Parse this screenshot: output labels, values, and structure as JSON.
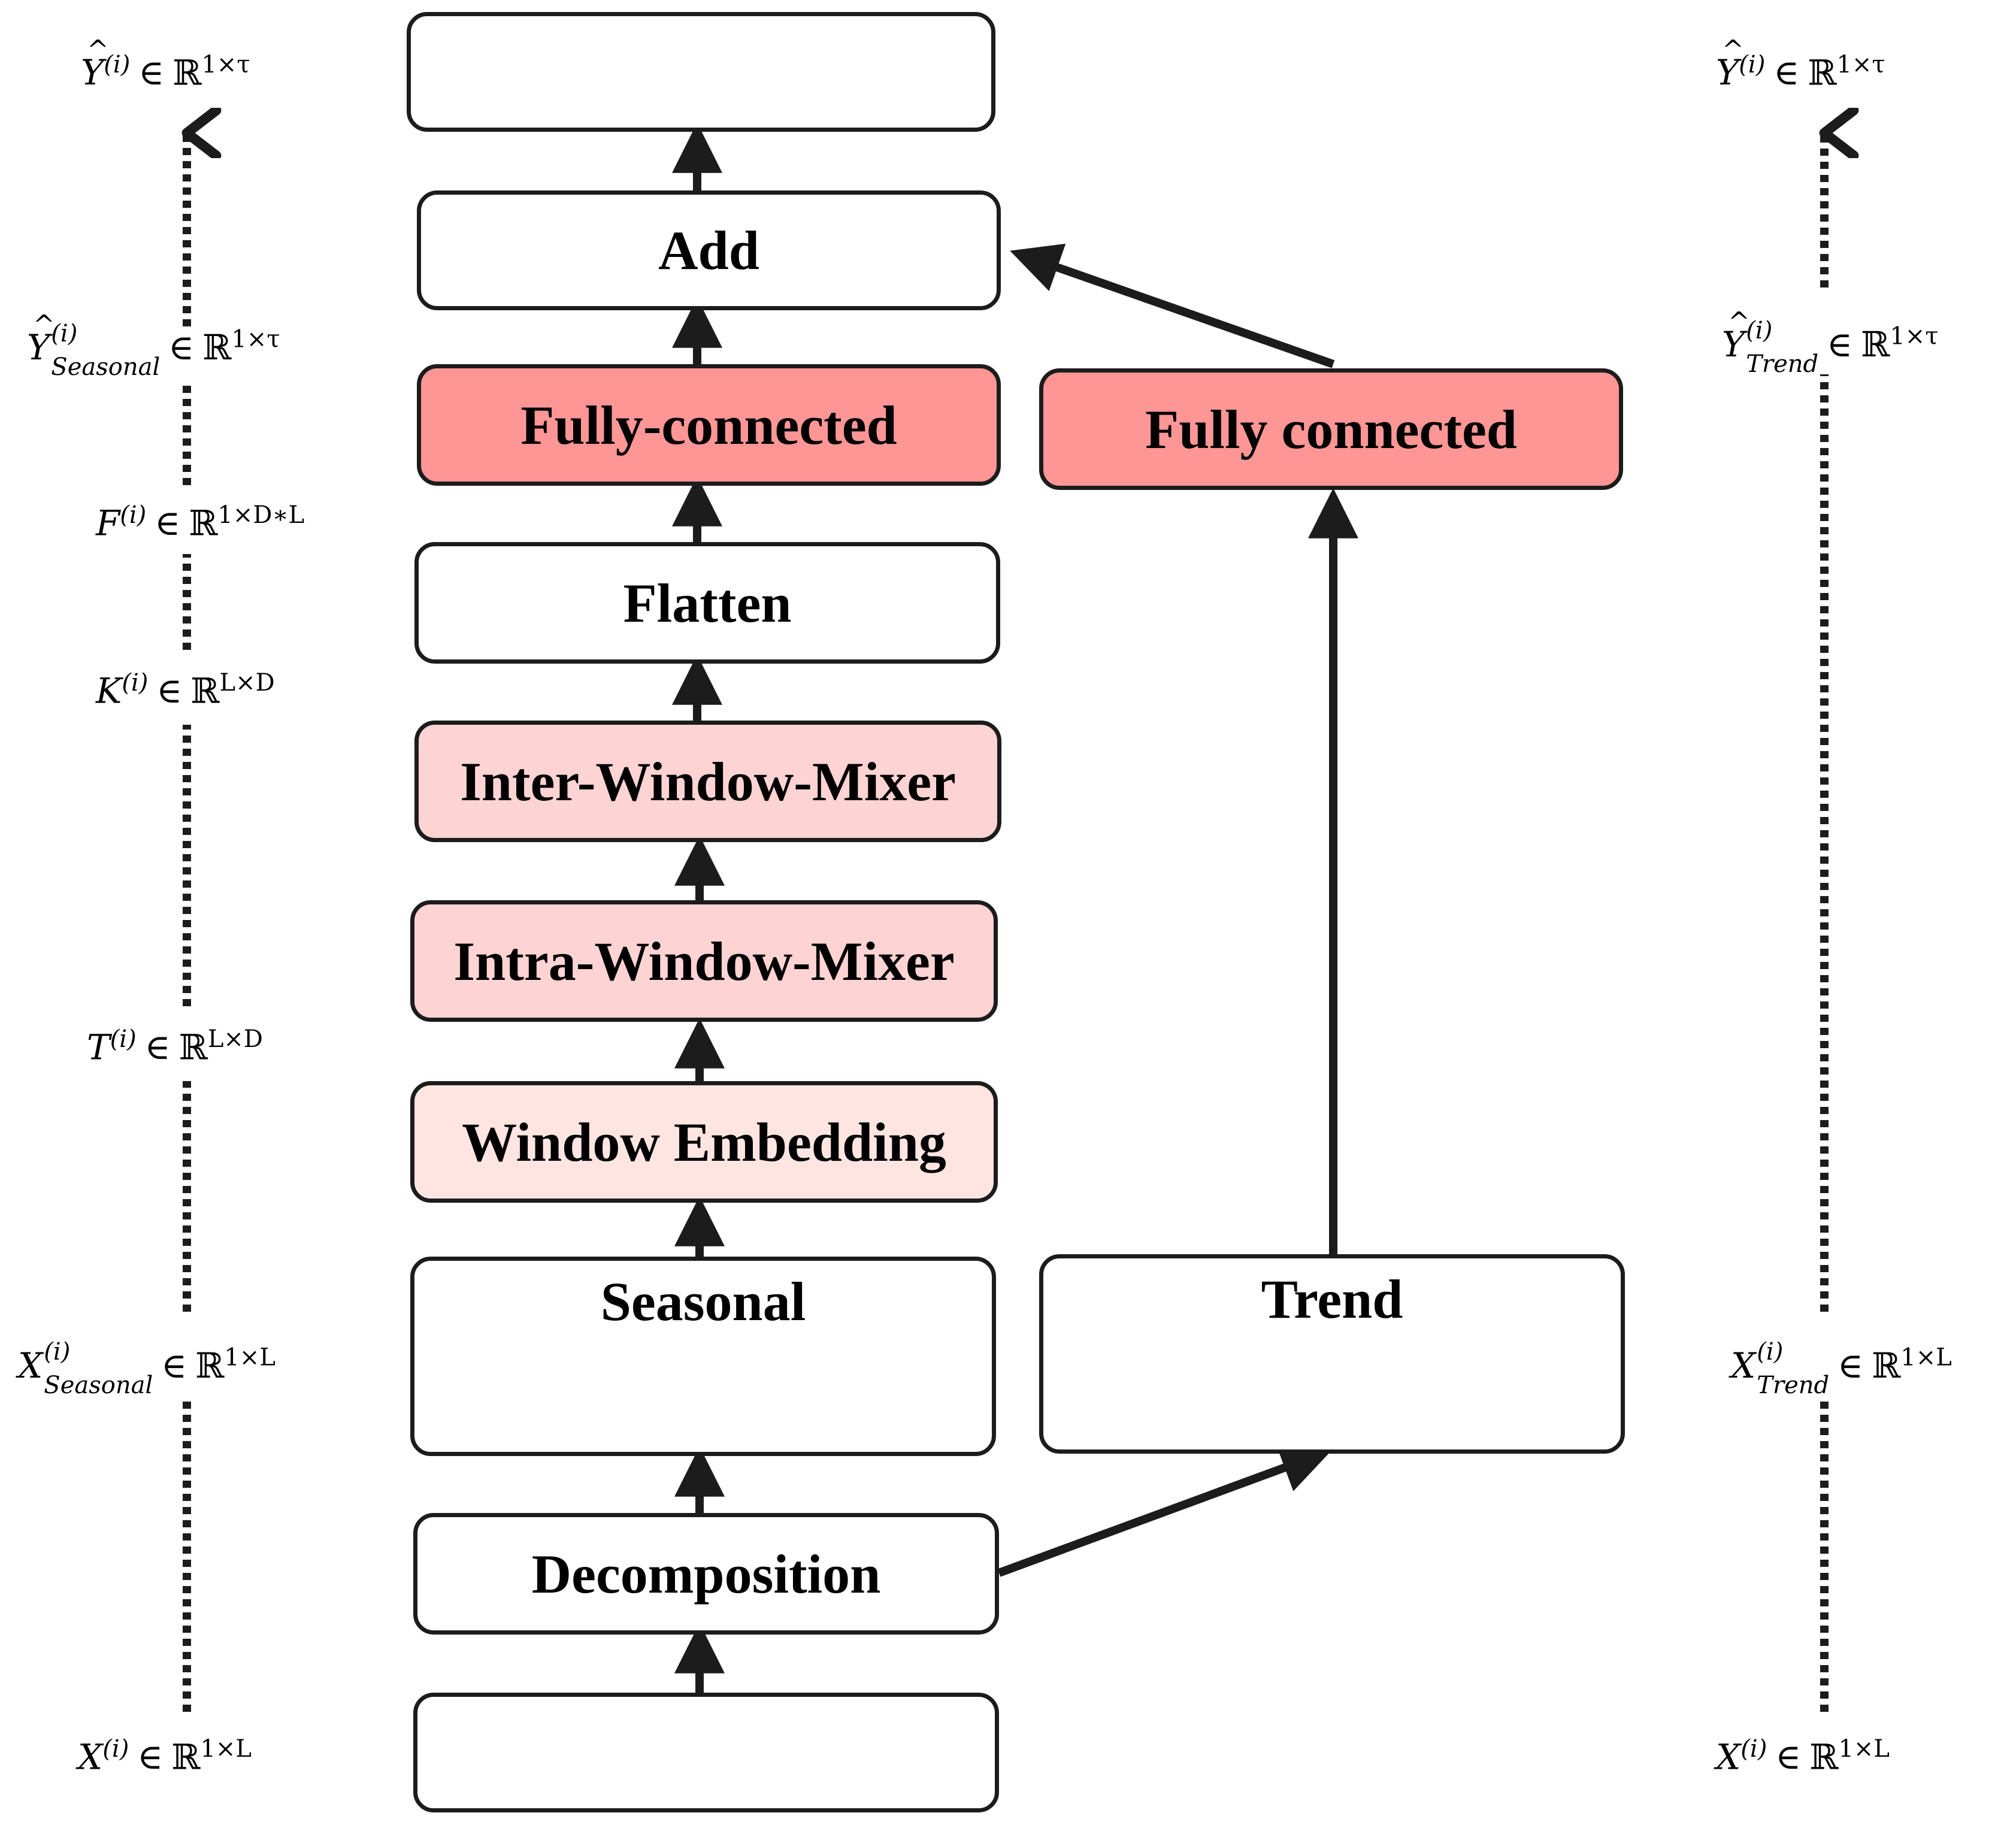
{
  "colors": {
    "stroke": "#1c1c1c",
    "series_line": "#2a2a2a",
    "decomp_line": "#c55a11",
    "fc_fill": "#fe9696",
    "mixer_fill": "#fdd3d3",
    "embed_fill": "#fee5e2",
    "plain_fill": "#ffffff"
  },
  "nodes": {
    "output_series": {
      "label": ""
    },
    "add": {
      "label": "Add"
    },
    "fc_seasonal": {
      "label": "Fully-connected"
    },
    "fc_trend": {
      "label": "Fully connected"
    },
    "flatten": {
      "label": "Flatten"
    },
    "inter_window_mixer": {
      "label": "Inter-Window-Mixer"
    },
    "intra_window_mixer": {
      "label": "Intra-Window-Mixer"
    },
    "window_embedding": {
      "label": "Window Embedding"
    },
    "seasonal": {
      "label": "Seasonal"
    },
    "trend": {
      "label": "Trend"
    },
    "decomposition": {
      "label": "Decomposition"
    },
    "input_series": {
      "label": ""
    }
  },
  "left_annotations": {
    "y_hat": {
      "var": "Y",
      "sup": "(i)",
      "rel": "∈",
      "dom": "ℝ",
      "dims": "1×τ"
    },
    "y_hat_seasonal": {
      "var": "Y",
      "sup": "(i)",
      "sub": "Seasonal",
      "rel": "∈",
      "dom": "ℝ",
      "dims": "1×τ"
    },
    "f": {
      "var": "F",
      "sup": "(i)",
      "rel": "∈",
      "dom": "ℝ",
      "dims": "1×D∗L"
    },
    "k": {
      "var": "K",
      "sup": "(i)",
      "rel": "∈",
      "dom": "ℝ",
      "dims": "L×D"
    },
    "t": {
      "var": "T",
      "sup": "(i)",
      "rel": "∈",
      "dom": "ℝ",
      "dims": "L×D"
    },
    "x_seasonal": {
      "var": "X",
      "sup": "(i)",
      "sub": "Seasonal",
      "rel": "∈",
      "dom": "ℝ",
      "dims": "1×L"
    },
    "x": {
      "var": "X",
      "sup": "(i)",
      "rel": "∈",
      "dom": "ℝ",
      "dims": "1×L"
    }
  },
  "right_annotations": {
    "y_hat": {
      "var": "Y",
      "sup": "(i)",
      "rel": "∈",
      "dom": "ℝ",
      "dims": "1×τ"
    },
    "y_hat_trend": {
      "var": "Y",
      "sup": "(i)",
      "sub": "Trend",
      "rel": "∈",
      "dom": "ℝ",
      "dims": "1×τ"
    },
    "x_trend": {
      "var": "X",
      "sup": "(i)",
      "sub": "Trend",
      "rel": "∈",
      "dom": "ℝ",
      "dims": "1×L"
    },
    "x": {
      "var": "X",
      "sup": "(i)",
      "rel": "∈",
      "dom": "ℝ",
      "dims": "1×L"
    }
  }
}
